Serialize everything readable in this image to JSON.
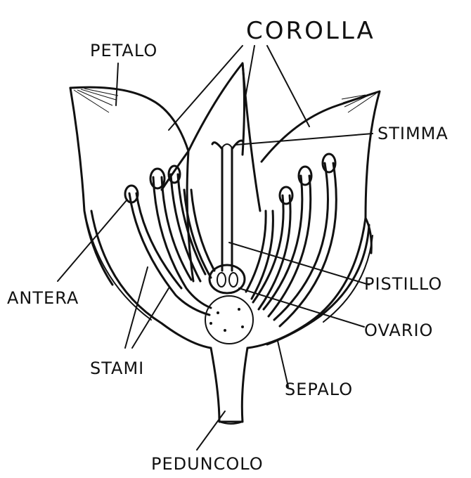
{
  "labels": {
    "petalo": "PETALO",
    "corolla": "COROLLA",
    "stimma": "STIMMA",
    "antera": "ANTERA",
    "pistillo": "PISTILLO",
    "ovario": "OVARIO",
    "stami": "STAMI",
    "sepalo": "SEPALO",
    "peduncolo": "PEDUNCOLO"
  },
  "colors": {
    "ink": "#111111",
    "background": "#ffffff"
  }
}
